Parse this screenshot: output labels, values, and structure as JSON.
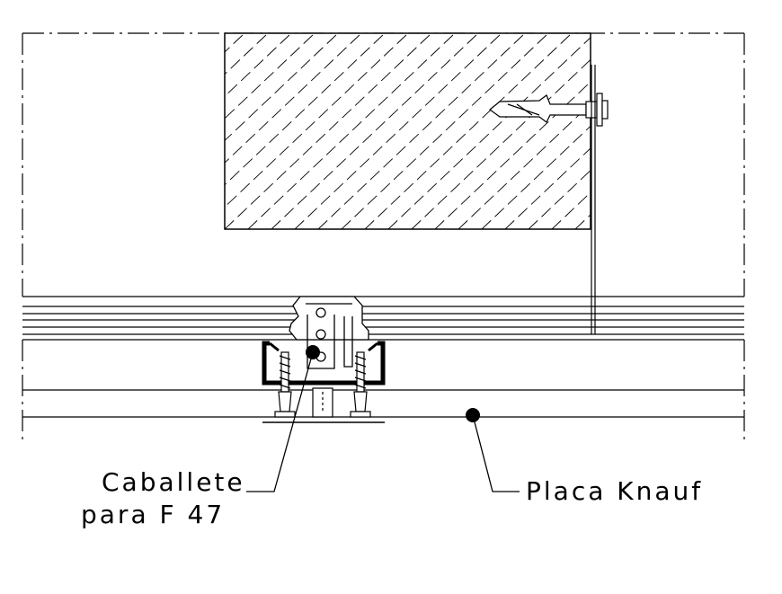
{
  "drawing": {
    "labels": {
      "caballete_line1": "Caballete",
      "caballete_line2": "para F 47",
      "placa": "Placa Knauf"
    },
    "colors": {
      "line": "#000000",
      "background": "#ffffff"
    }
  }
}
